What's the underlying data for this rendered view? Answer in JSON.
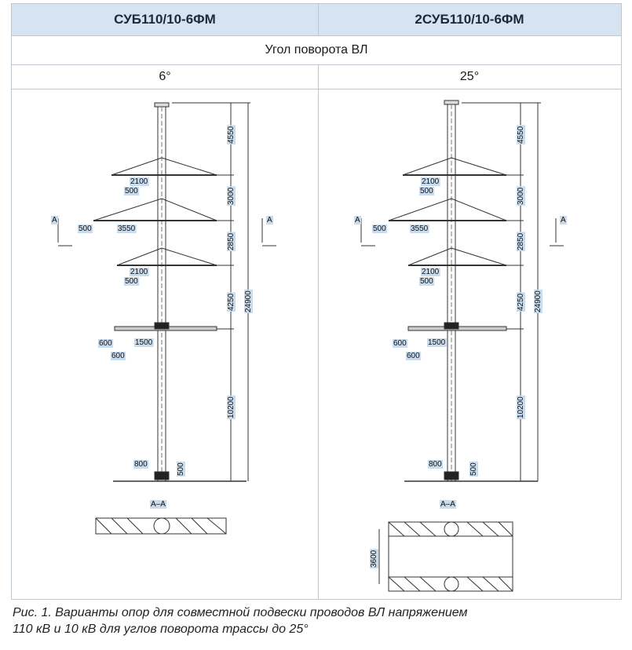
{
  "table": {
    "col1_title": "СУБ110/10-6ФМ",
    "col2_title": "2СУБ110/10-6ФМ",
    "subheader": "Угол поворота ВЛ",
    "col1_angle": "6°",
    "col2_angle": "25°"
  },
  "drawing_left": {
    "section_marker": "A",
    "section_label": "A–A",
    "vertical_dims": [
      "4550",
      "3000",
      "2850",
      "4250",
      "10200"
    ],
    "total_dim": "24900",
    "arm1_dims": [
      "2100",
      "500"
    ],
    "arm2_dims": [
      "500",
      "3550"
    ],
    "arm3_dims": [
      "2100",
      "500"
    ],
    "arm4_dims": [
      "600",
      "1500",
      "600"
    ],
    "base_dims": [
      "800",
      "500"
    ]
  },
  "drawing_right": {
    "section_marker": "A",
    "section_label": "A–A",
    "vertical_dims": [
      "4550",
      "3000",
      "2850",
      "4250",
      "10200"
    ],
    "total_dim": "24900",
    "arm1_dims": [
      "2100",
      "500"
    ],
    "arm2_dims": [
      "500",
      "3550"
    ],
    "arm3_dims": [
      "2100",
      "500"
    ],
    "arm4_dims": [
      "600",
      "1500",
      "600"
    ],
    "base_dims": [
      "800",
      "500"
    ],
    "plan_width_dim": "3600"
  },
  "caption": {
    "line1": "Рис. 1. Варианты опор для совместной подвески проводов ВЛ напряжением",
    "line2": "110 кВ и 10 кВ для углов поворота трассы до 25°"
  },
  "colors": {
    "header_bg": "#d6e4f2",
    "label_bg": "#c9dcee",
    "line": "#333333"
  }
}
